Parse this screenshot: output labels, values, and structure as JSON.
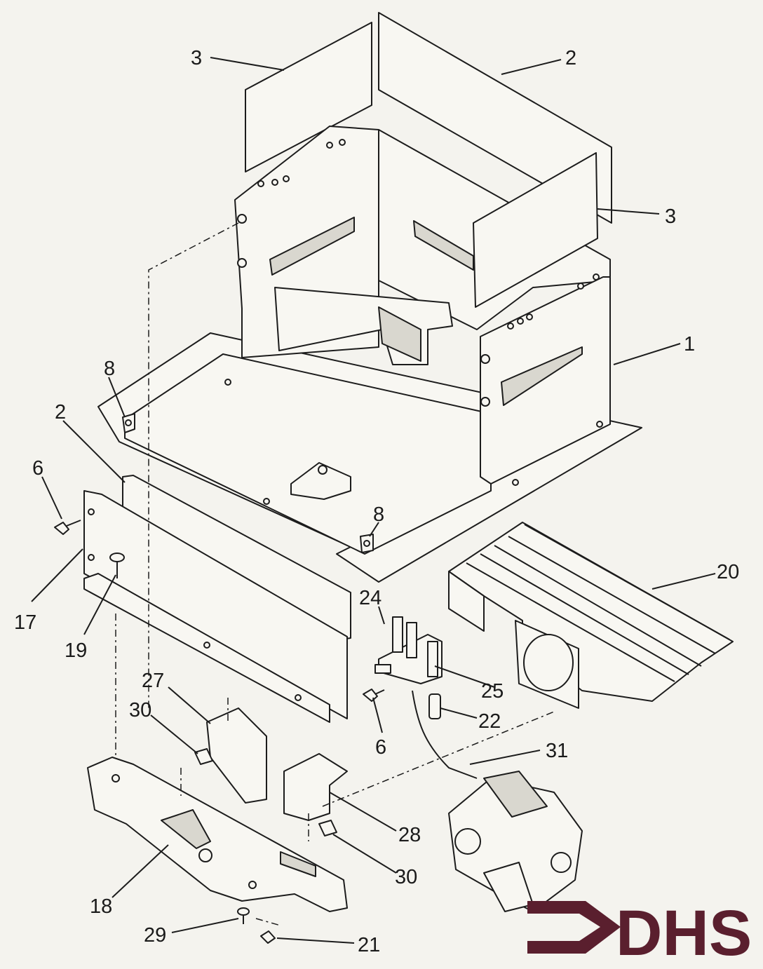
{
  "callouts": {
    "c1": "1",
    "c2_top": "2",
    "c2_left": "2",
    "c3_top": "3",
    "c3_right": "3",
    "c6_left": "6",
    "c6_mid": "6",
    "c8_left": "8",
    "c8_mid": "8",
    "c17": "17",
    "c18": "18",
    "c19": "19",
    "c20": "20",
    "c21": "21",
    "c22": "22",
    "c24": "24",
    "c25": "25",
    "c27": "27",
    "c28": "28",
    "c29": "29",
    "c30_top": "30",
    "c30_bottom": "30",
    "c31": "31"
  },
  "logo": {
    "text": "DHS",
    "color": "#5a1f2e"
  }
}
